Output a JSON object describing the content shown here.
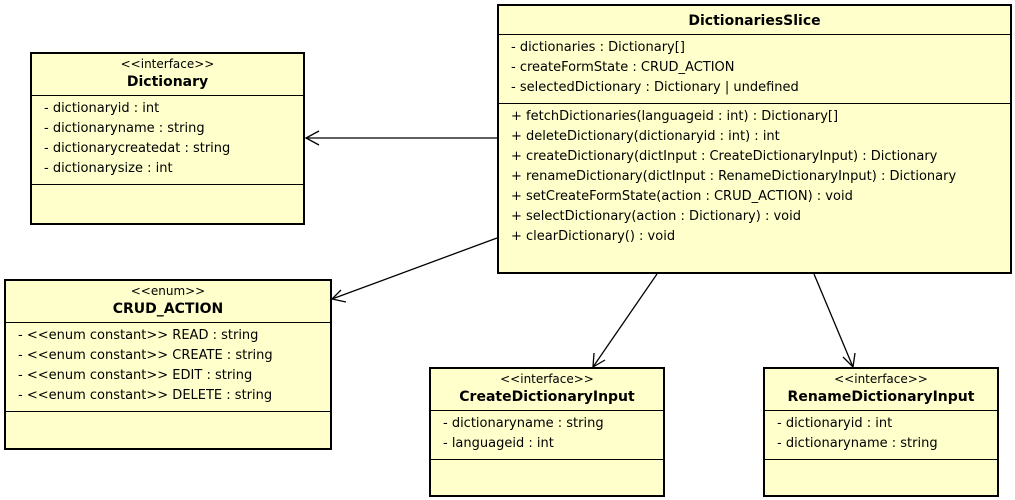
{
  "classes": {
    "slice": {
      "stereotype": "",
      "name": "DictionariesSlice",
      "attributes": [
        "- dictionaries : Dictionary[]",
        "- createFormState : CRUD_ACTION",
        "- selectedDictionary : Dictionary | undefined"
      ],
      "operations": [
        "+ fetchDictionaries(languageid : int) : Dictionary[]",
        "+ deleteDictionary(dictionaryid : int) : int",
        "+ createDictionary(dictInput : CreateDictionaryInput) : Dictionary",
        "+ renameDictionary(dictInput : RenameDictionaryInput) : Dictionary",
        "+ setCreateFormState(action : CRUD_ACTION) : void",
        "+ selectDictionary(action : Dictionary) : void",
        "+ clearDictionary() : void"
      ]
    },
    "dictionary": {
      "stereotype": "<<interface>>",
      "name": "Dictionary",
      "attributes": [
        "- dictionaryid : int",
        "- dictionaryname : string",
        "- dictionarycreatedat : string",
        "- dictionarysize : int"
      ],
      "operations": []
    },
    "crud_action": {
      "stereotype": "<<enum>>",
      "name": "CRUD_ACTION",
      "attributes": [
        "- <<enum constant>> READ : string",
        "- <<enum constant>> CREATE : string",
        "- <<enum constant>> EDIT : string",
        "- <<enum constant>> DELETE : string"
      ],
      "operations": []
    },
    "create_input": {
      "stereotype": "<<interface>>",
      "name": "CreateDictionaryInput",
      "attributes": [
        "- dictionaryname : string",
        "- languageid : int"
      ],
      "operations": []
    },
    "rename_input": {
      "stereotype": "<<interface>>",
      "name": "RenameDictionaryInput",
      "attributes": [
        "- dictionaryid : int",
        "- dictionaryname : string"
      ],
      "operations": []
    }
  },
  "associations": [
    {
      "from": "DictionariesSlice",
      "to": "Dictionary"
    },
    {
      "from": "DictionariesSlice",
      "to": "CRUD_ACTION"
    },
    {
      "from": "DictionariesSlice",
      "to": "CreateDictionaryInput"
    },
    {
      "from": "DictionariesSlice",
      "to": "RenameDictionaryInput"
    }
  ],
  "colors": {
    "class_fill": "#ffffcc",
    "border": "#000000"
  }
}
